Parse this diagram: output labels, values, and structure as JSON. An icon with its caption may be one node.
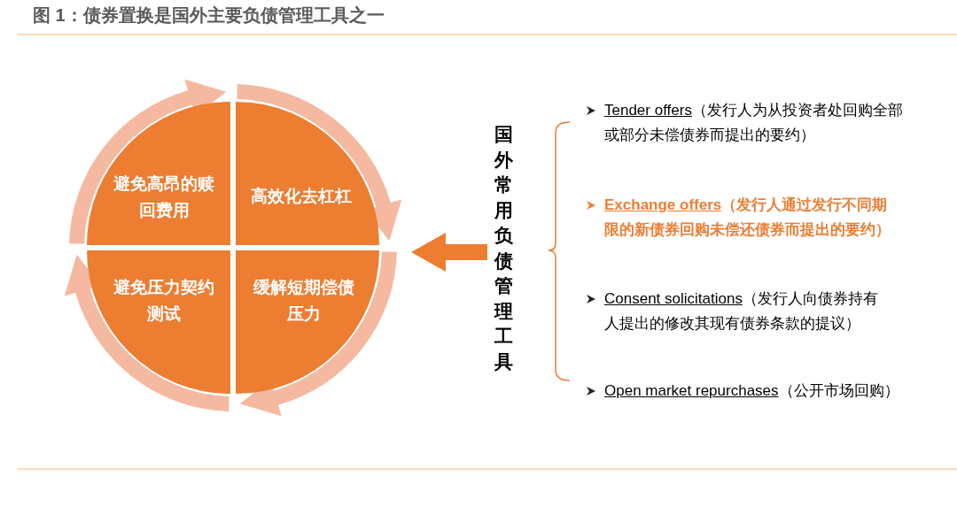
{
  "diagram": {
    "title": "图 1：债券置换是国外主要负债管理工具之一",
    "nodes": [
      {
        "text": [],
        "shape": "circle"
      },
      {
        "text": [
          "避免高昂的赎回费用"
        ],
        "in": 0
      },
      {
        "text": [
          "高效化去杠杠"
        ],
        "in": 0
      },
      {
        "text": [
          "避免压力契约测试"
        ],
        "in": 0
      },
      {
        "text": [
          "缓解短期偿债压力"
        ],
        "in": 0
      },
      {
        "text": [
          "国外常用负债管理工具"
        ]
      }
    ],
    "edges": [
      {
        "from": 5,
        "to": 0,
        "arrow": "to"
      }
    ],
    "labels": [
      "Tender offers",
      "（发行人为从投资者处回购全部或部分未偿债券而提出的要约）",
      "Exchange offers",
      "（发行人通过发行不同期限的新债券回购未偿还债券而提出的要约）",
      "Consent solicitations",
      "（发行人向债券持有人提出的修改其现有债券条款的提议）",
      "Open market repurchases",
      "（公开市场回购）"
    ]
  }
}
